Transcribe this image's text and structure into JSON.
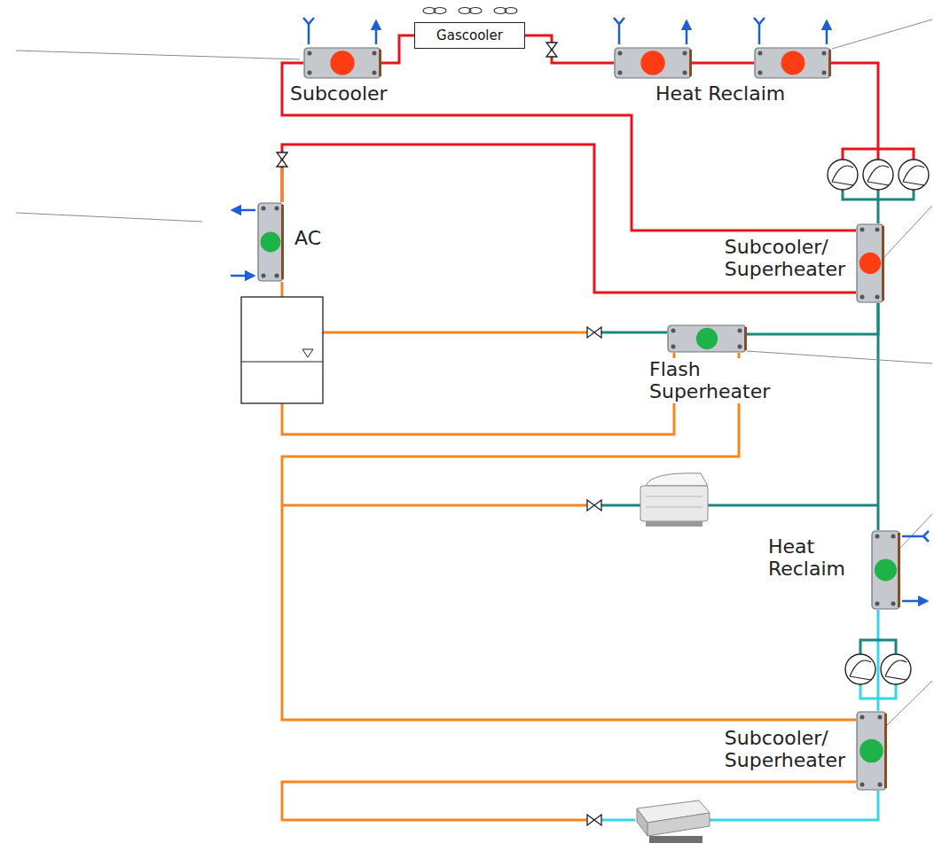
{
  "diagram": {
    "nodes": [
      {
        "text": [
          "Gascooler"
        ]
      },
      {
        "text": [
          "Subcooler"
        ]
      },
      {
        "text": [
          "Heat Reclaim"
        ]
      },
      {
        "text": [
          "AC"
        ]
      },
      {
        "text": [
          "Subcooler/ Superheater"
        ]
      },
      {
        "text": [
          "Flash Superheater"
        ]
      },
      {
        "text": [
          "Heat Reclaim"
        ]
      },
      {
        "text": [
          "Subcooler/ Superheater"
        ]
      }
    ],
    "edges": [
      {
        "from": 1,
        "to": 0,
        "arrow": "none"
      },
      {
        "from": 0,
        "to": 2,
        "arrow": "none"
      },
      {
        "from": 1,
        "to": 4,
        "arrow": "none"
      },
      {
        "from": 4,
        "to": 3,
        "arrow": "none"
      },
      {
        "from": 5,
        "to": 4,
        "arrow": "none"
      },
      {
        "from": 6,
        "to": 4,
        "arrow": "none"
      },
      {
        "from": 7,
        "to": 6,
        "arrow": "none"
      },
      {
        "from": 5,
        "to": 7,
        "arrow": "none"
      }
    ]
  }
}
